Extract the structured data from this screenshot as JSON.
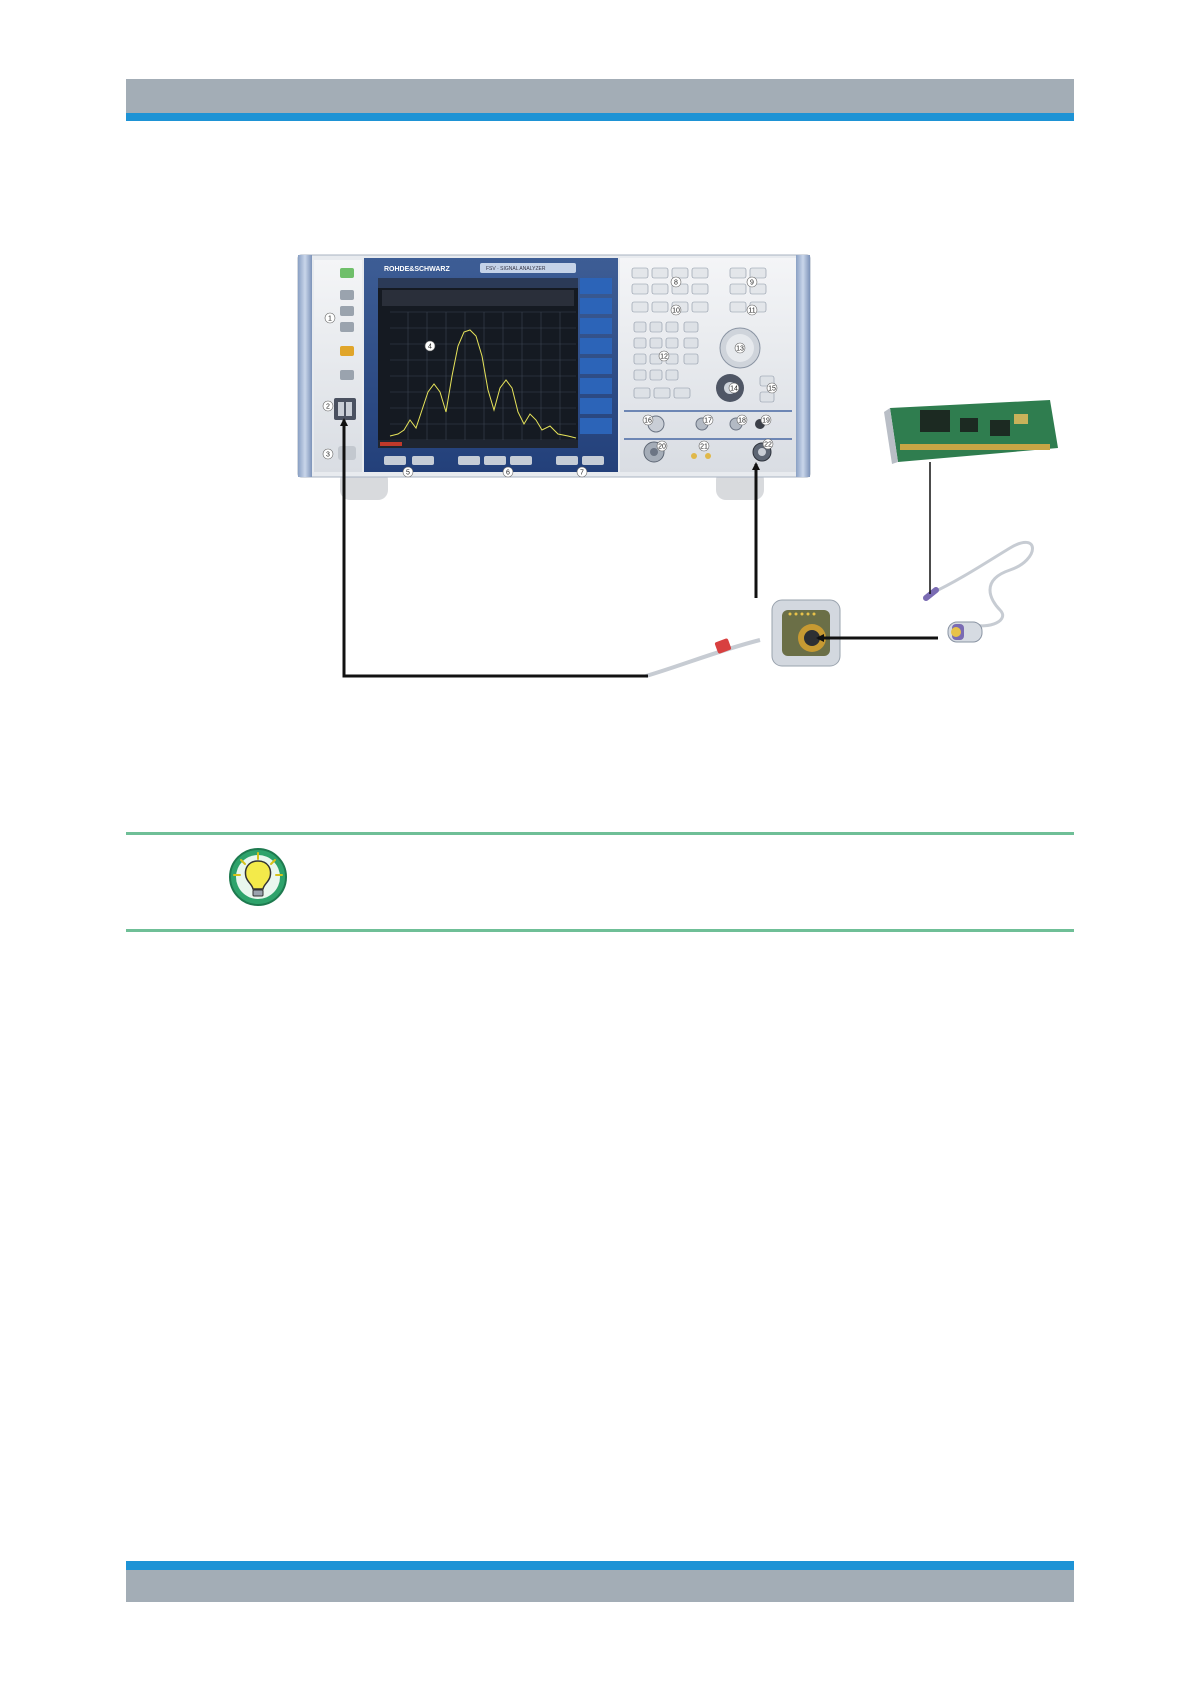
{
  "header": {
    "bar_color": "#a3adb6",
    "accent_color": "#1e93d5"
  },
  "figure": {
    "instrument_brand": "ROHDE&SCHWARZ",
    "instrument_model": "FSV · SIGNAL ANALYZER",
    "callouts": [
      "1",
      "2",
      "3",
      "4",
      "5",
      "6",
      "7",
      "8",
      "9",
      "10",
      "11",
      "12",
      "13",
      "14",
      "15",
      "16",
      "17",
      "18",
      "19",
      "20",
      "21",
      "22"
    ]
  },
  "tip": {
    "icon": "lightbulb-tip-icon",
    "rule_color": "#6fbf97"
  },
  "footer": {
    "bar_color": "#a3adb6",
    "accent_color": "#1e93d5"
  }
}
